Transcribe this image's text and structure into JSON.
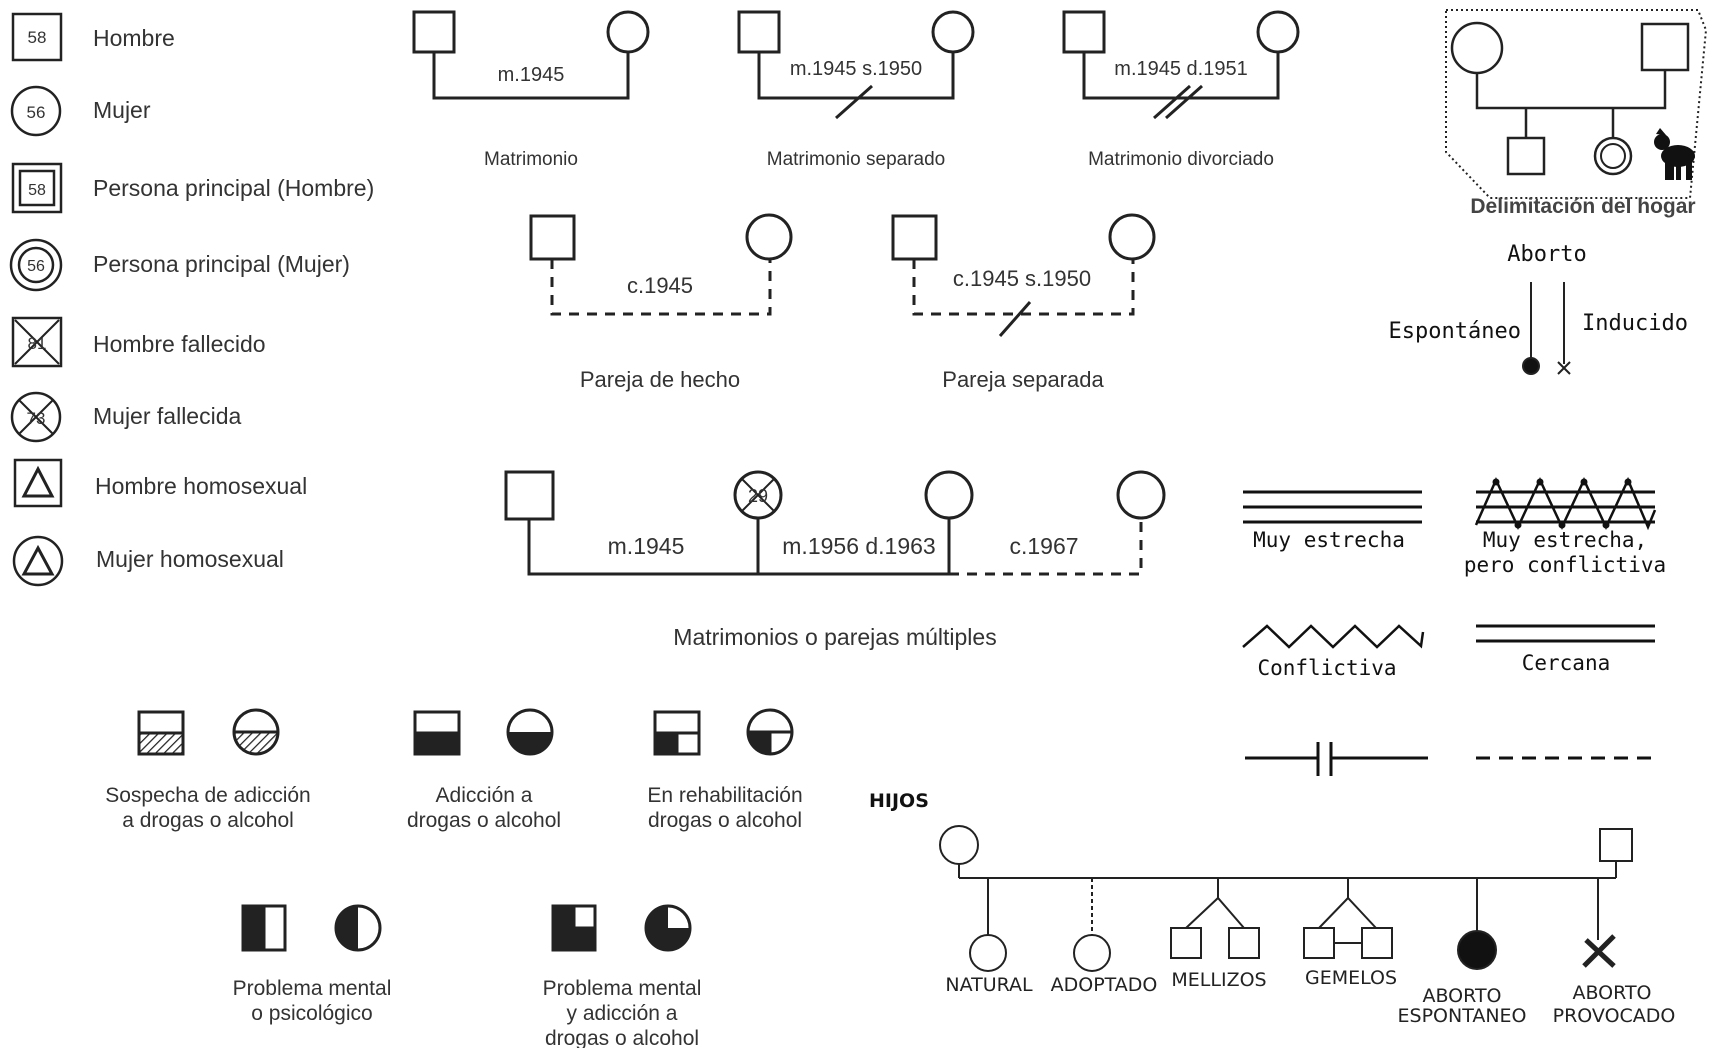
{
  "legend": {
    "items": [
      {
        "age": "58",
        "label": "Hombre"
      },
      {
        "age": "56",
        "label": "Mujer"
      },
      {
        "age": "58",
        "label": "Persona principal (Hombre)"
      },
      {
        "age": "56",
        "label": "Persona principal (Mujer)"
      },
      {
        "age": "81",
        "label": "Hombre fallecido"
      },
      {
        "age": "73",
        "label": "Mujer fallecida"
      },
      {
        "label": "Hombre homosexual"
      },
      {
        "label": "Mujer homosexual"
      }
    ]
  },
  "couples": [
    {
      "line_text": "m.1945",
      "caption": "Matrimonio"
    },
    {
      "line_text": "m.1945 s.1950",
      "caption": "Matrimonio separado"
    },
    {
      "line_text": "m.1945 d.1951",
      "caption": "Matrimonio divorciado"
    },
    {
      "line_text": "c.1945",
      "caption": "Pareja de hecho"
    },
    {
      "line_text": "c.1945 s.1950",
      "caption": "Pareja separada"
    }
  ],
  "multiple": {
    "deceased_age": "29",
    "segments": [
      "m.1945",
      "m.1956 d.1963",
      "c.1967"
    ],
    "caption": "Matrimonios o parejas múltiples"
  },
  "household": {
    "caption": "Delimitación del hogar"
  },
  "abortion": {
    "title": "Aborto",
    "spontaneous": "Espontáneo",
    "induced": "Inducido"
  },
  "relations": {
    "very_close": "Muy estrecha",
    "very_close_conflict_1": "Muy estrecha,",
    "very_close_conflict_2": "pero conflictiva",
    "conflictive": "Conflictiva",
    "close": "Cercana"
  },
  "conditions": [
    {
      "caption_1": "Sospecha de adicción",
      "caption_2": "a drogas o alcohol"
    },
    {
      "caption_1": "Adicción a",
      "caption_2": "drogas o alcohol"
    },
    {
      "caption_1": "En rehabilitación",
      "caption_2": "drogas o alcohol"
    },
    {
      "caption_1": "Problema mental",
      "caption_2": "o psicológico"
    },
    {
      "caption_1": "Problema mental",
      "caption_2": "y adicción a",
      "caption_3": "drogas o alcohol"
    }
  ],
  "children": {
    "heading": "HIJOS",
    "natural": "NATURAL",
    "adopted": "ADOPTADO",
    "twins_fraternal": "MELLIZOS",
    "twins_identical": "GEMELOS",
    "spontaneous_1": "ABORTO",
    "spontaneous_2": "ESPONTANEO",
    "induced_1": "ABORTO",
    "induced_2": "PROVOCADO"
  }
}
